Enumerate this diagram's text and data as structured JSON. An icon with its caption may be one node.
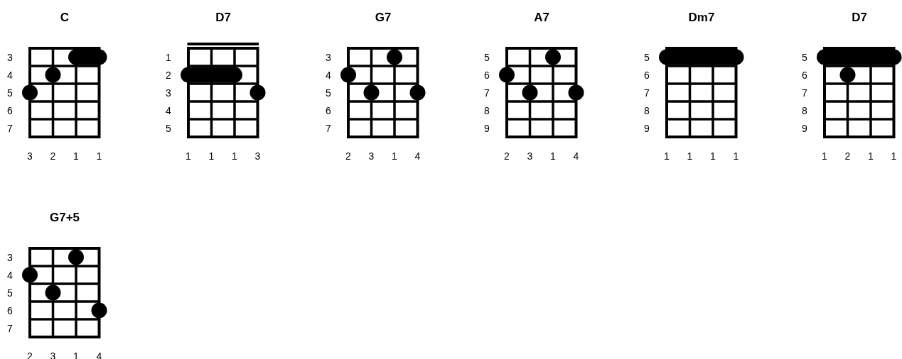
{
  "diagram": {
    "nodes": [
      {
        "text": [
          "C"
        ],
        "beside": [
          "3",
          "4",
          "5",
          "6",
          "7",
          "3",
          "2",
          "1",
          "1"
        ]
      },
      {
        "text": [
          "D7"
        ],
        "beside": [
          "1",
          "2",
          "3",
          "4",
          "5",
          "1",
          "1",
          "1",
          "3"
        ]
      },
      {
        "text": [
          "G7"
        ],
        "beside": [
          "3",
          "4",
          "5",
          "6",
          "7",
          "2",
          "3",
          "1",
          "4"
        ]
      },
      {
        "text": [
          "A7"
        ],
        "beside": [
          "5",
          "6",
          "7",
          "8",
          "9",
          "2",
          "3",
          "1",
          "4"
        ]
      },
      {
        "text": [
          "Dm7"
        ],
        "beside": [
          "5",
          "6",
          "7",
          "8",
          "9",
          "1",
          "1",
          "1",
          "1"
        ]
      },
      {
        "text": [
          "D7"
        ],
        "beside": [
          "5",
          "6",
          "7",
          "8",
          "9",
          "1",
          "2",
          "1",
          "1"
        ]
      },
      {
        "text": [
          "G7+5"
        ],
        "beside": [
          "3",
          "4",
          "5",
          "6",
          "7",
          "2",
          "3",
          "1",
          "4"
        ]
      }
    ]
  }
}
